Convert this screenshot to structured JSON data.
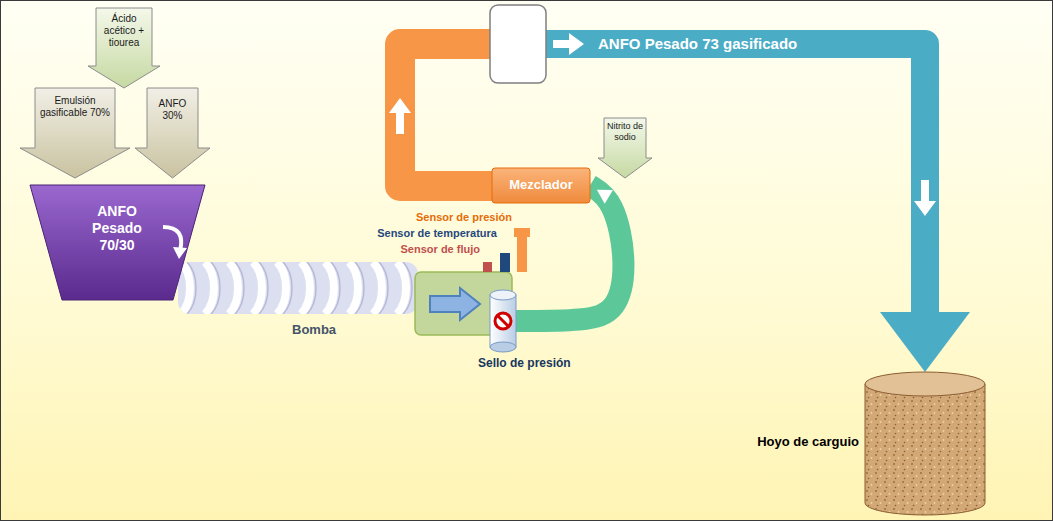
{
  "diagram": {
    "nodes": [
      {
        "text": [
          "Ácido acético + tiourea"
        ]
      },
      {
        "text": [
          "Emulsión gasificable 70%"
        ]
      },
      {
        "text": [
          "ANFO 30%"
        ]
      },
      {
        "text": [
          "ANFO Pesado 70/30"
        ]
      },
      {
        "text": [
          "Sello de presión"
        ]
      },
      {
        "text": [
          "Mezclador"
        ]
      },
      {
        "text": [
          "Nitrito de sodio"
        ]
      },
      {
        "text": [
          "Hoyo de carguio"
        ]
      }
    ],
    "edges": [
      {
        "from": 4,
        "to": 5,
        "arrow": "to"
      },
      {
        "from": 5,
        "to": 7,
        "label": "ANFO Pesado 73 gasificado",
        "arrow": "to"
      }
    ],
    "labels": [
      "Sensor de presión",
      "Sensor de temperatura",
      "Sensor de flujo",
      "Bomba"
    ]
  }
}
